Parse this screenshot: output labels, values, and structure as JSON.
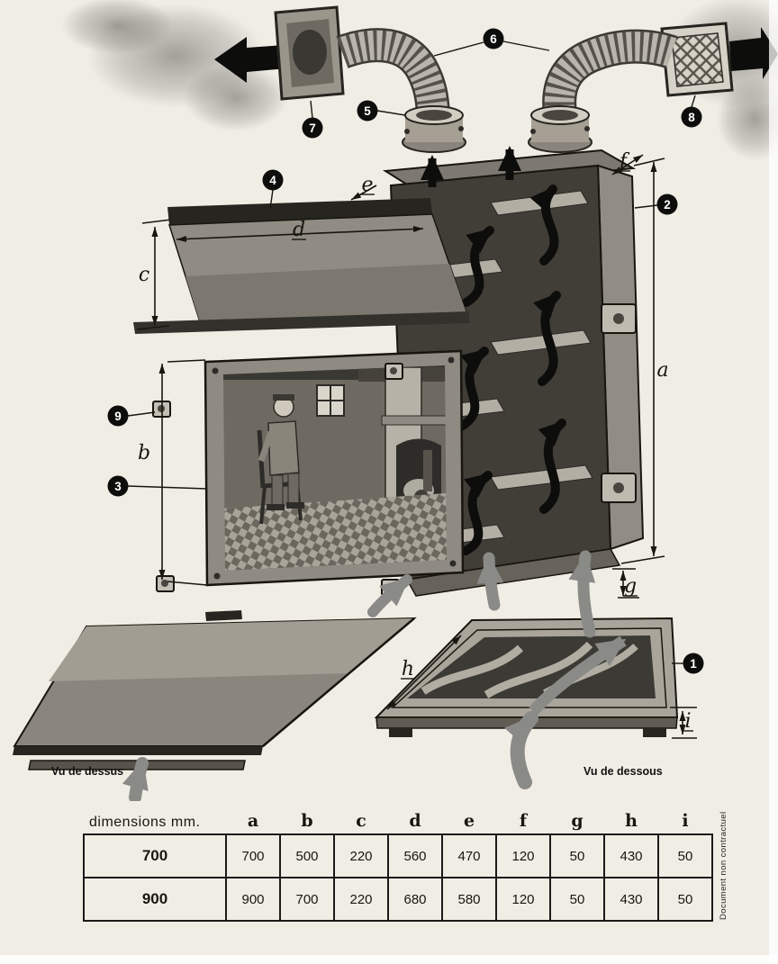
{
  "diagram": {
    "callouts": [
      "1",
      "2",
      "3",
      "4",
      "5",
      "6",
      "7",
      "8",
      "9"
    ],
    "dims": {
      "a": "a",
      "b": "b",
      "c": "c",
      "d": "d",
      "e": "e",
      "f": "f",
      "g": "g",
      "h": "h",
      "i": "i"
    },
    "captions": {
      "top_view": "Vu de dessus",
      "bottom_view": "Vu de dessous"
    }
  },
  "table": {
    "title": "dimensions  mm.",
    "columns": [
      "a",
      "b",
      "c",
      "d",
      "e",
      "f",
      "g",
      "h",
      "i"
    ],
    "rows": [
      {
        "model": "700",
        "values": [
          "700",
          "500",
          "220",
          "560",
          "470",
          "120",
          "50",
          "430",
          "50"
        ]
      },
      {
        "model": "900",
        "values": [
          "900",
          "700",
          "220",
          "680",
          "580",
          "120",
          "50",
          "430",
          "50"
        ]
      }
    ]
  },
  "page": {
    "side_note": "Document non contractuel"
  }
}
